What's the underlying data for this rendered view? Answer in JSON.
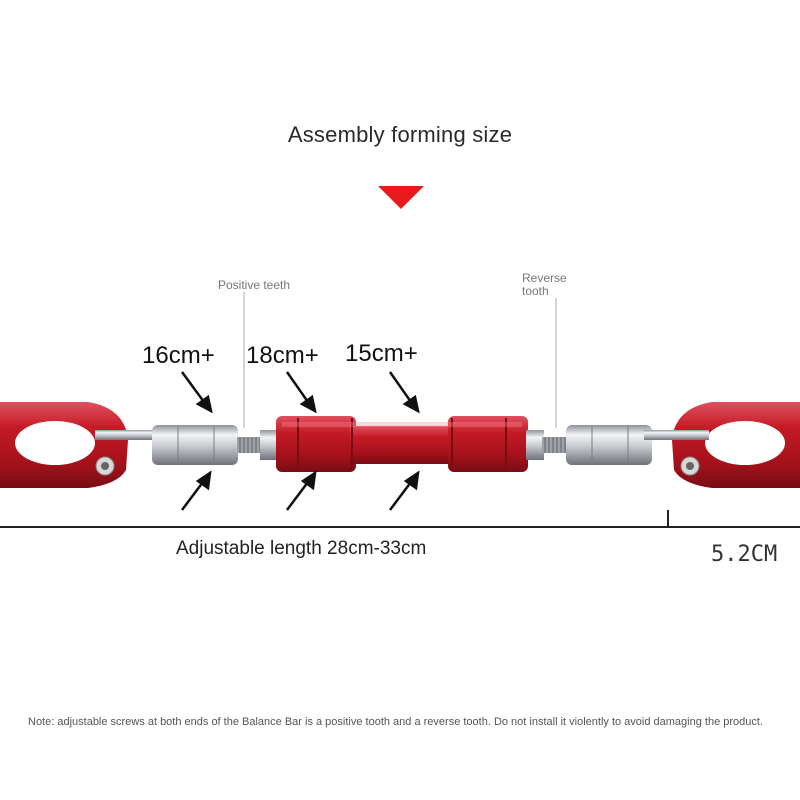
{
  "title": "Assembly forming size",
  "callouts": {
    "positive_teeth": "Positive teeth",
    "reverse_tooth_line1": "Reverse",
    "reverse_tooth_line2": "tooth"
  },
  "dimensions": {
    "left_end": "16cm+",
    "center_left": "18cm+",
    "center_right": "15cm+",
    "adjustable": "Adjustable length 28cm-33cm",
    "clamp_width": "5.2CM"
  },
  "note": "Note: adjustable screws at both ends of the Balance Bar is a positive tooth and a reverse tooth. Do not install it violently to avoid damaging the product.",
  "colors": {
    "accent": "#e8191b",
    "anodized_red": "#c41a24",
    "silver": "#cfd2d6"
  }
}
